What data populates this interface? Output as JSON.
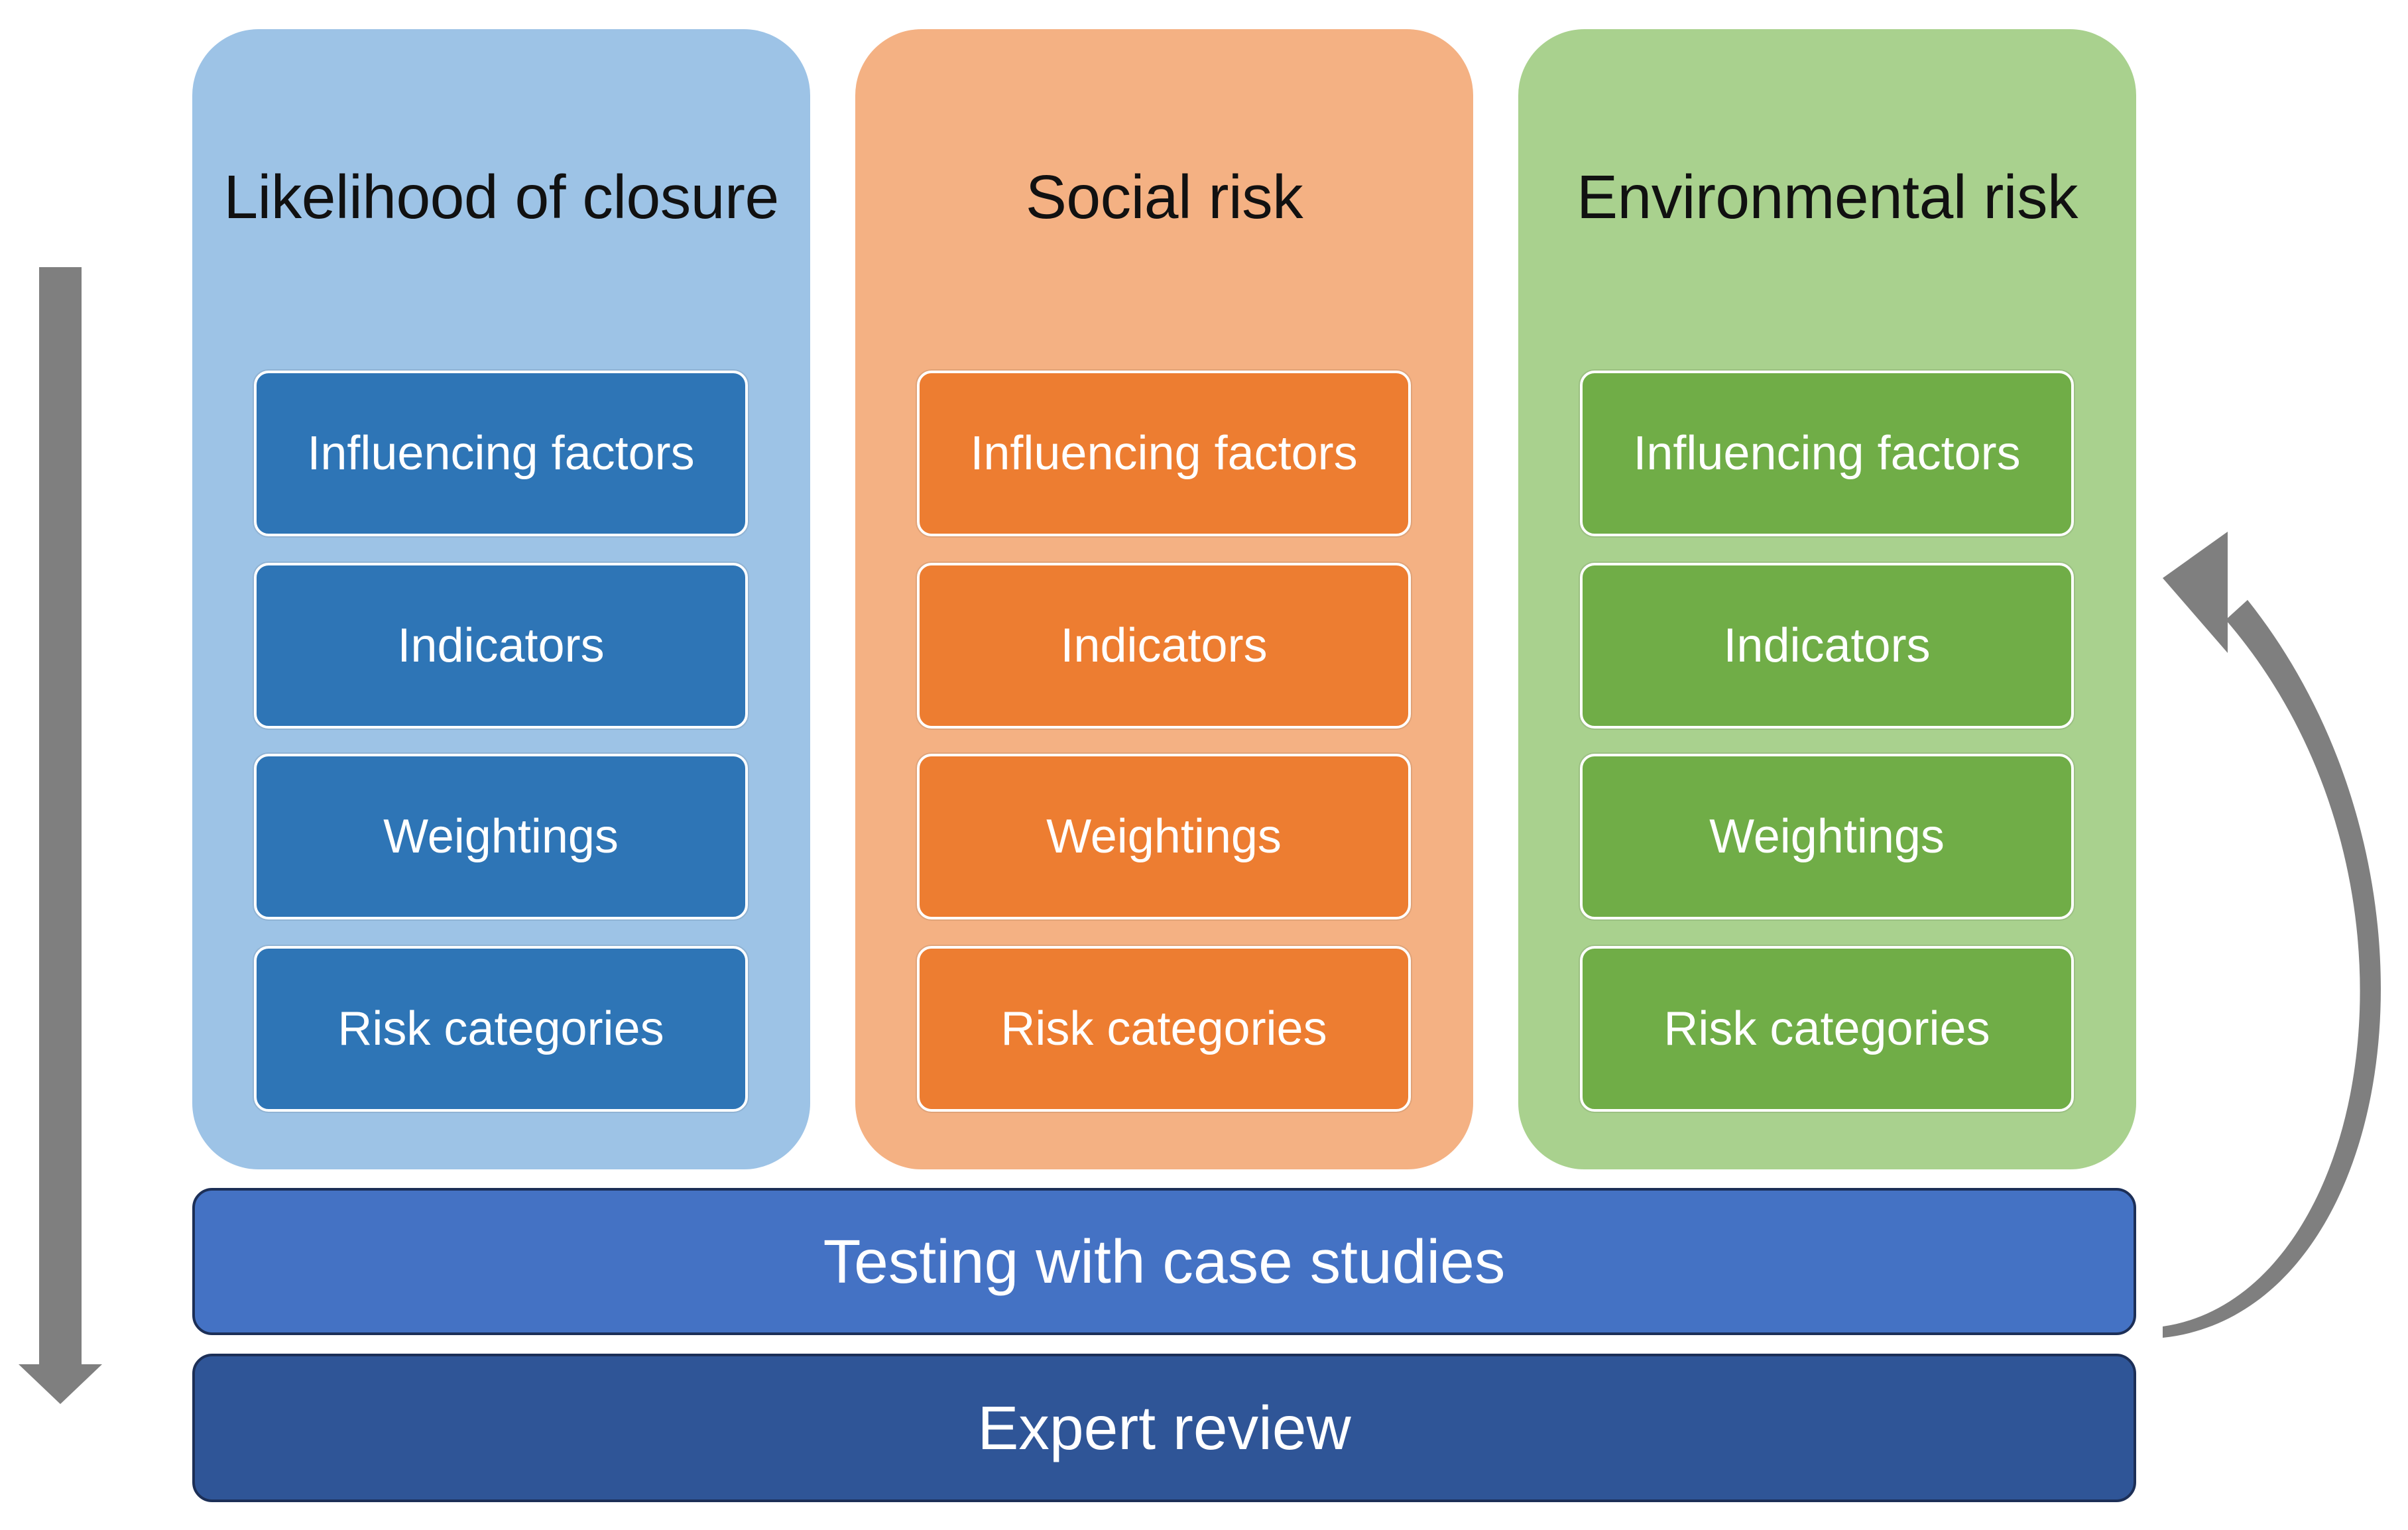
{
  "columns": [
    {
      "title": "Likelihood of closure",
      "bg_color": "#9dc3e6",
      "step_color": "#2e75b6",
      "steps": [
        "Influencing  factors",
        "Indicators",
        "Weightings",
        "Risk categories"
      ]
    },
    {
      "title": "Social risk",
      "bg_color": "#f4b183",
      "step_color": "#ed7d31",
      "steps": [
        "Influencing  factors",
        "Indicators",
        "Weightings",
        "Risk categories"
      ]
    },
    {
      "title": "Environmental risk",
      "bg_color": "#a9d18e",
      "step_color": "#70ad47",
      "steps": [
        "Influencing  factors",
        "Indicators",
        "Weightings",
        "Risk categories"
      ]
    }
  ],
  "testing": {
    "label": "Testing with case studies",
    "color": "#4472c4"
  },
  "review": {
    "label": "Expert review",
    "color": "#2f5597"
  },
  "arrow_color": "#7f7f7f"
}
